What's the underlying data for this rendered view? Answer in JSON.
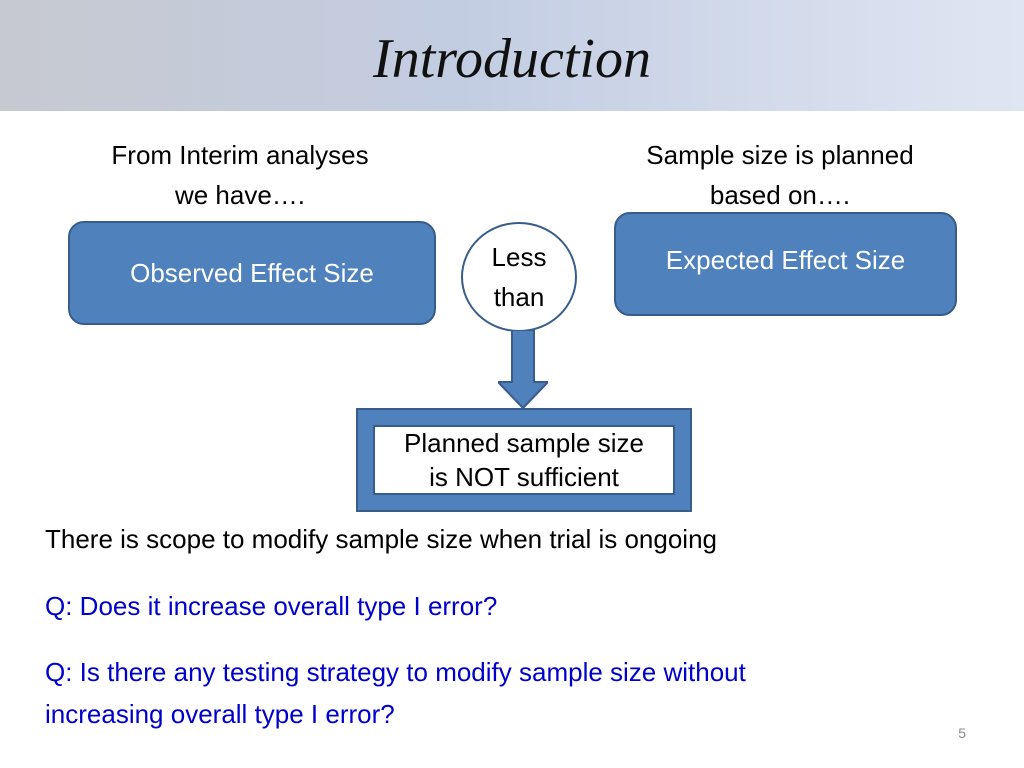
{
  "slide": {
    "title": "Introduction",
    "page_number": "5"
  },
  "diagram": {
    "left_caption": [
      "From Interim analyses",
      "we have…."
    ],
    "right_caption": [
      "Sample size is planned",
      "based on…."
    ],
    "left_box": "Observed Effect Size",
    "right_box": "Expected Effect Size",
    "comparison": [
      "Less",
      "than"
    ],
    "result": [
      "Planned sample size",
      "is NOT sufficient"
    ],
    "colors": {
      "box_fill": "#4f81bd",
      "box_border": "#385d8a",
      "question_text": "#0000cc"
    }
  },
  "body": {
    "statement": "There is scope to modify sample size when trial is ongoing",
    "question1": "Q: Does it increase overall type I error?",
    "question2": [
      "Q: Is there any testing strategy to modify sample size without",
      "increasing overall type I error?"
    ]
  }
}
